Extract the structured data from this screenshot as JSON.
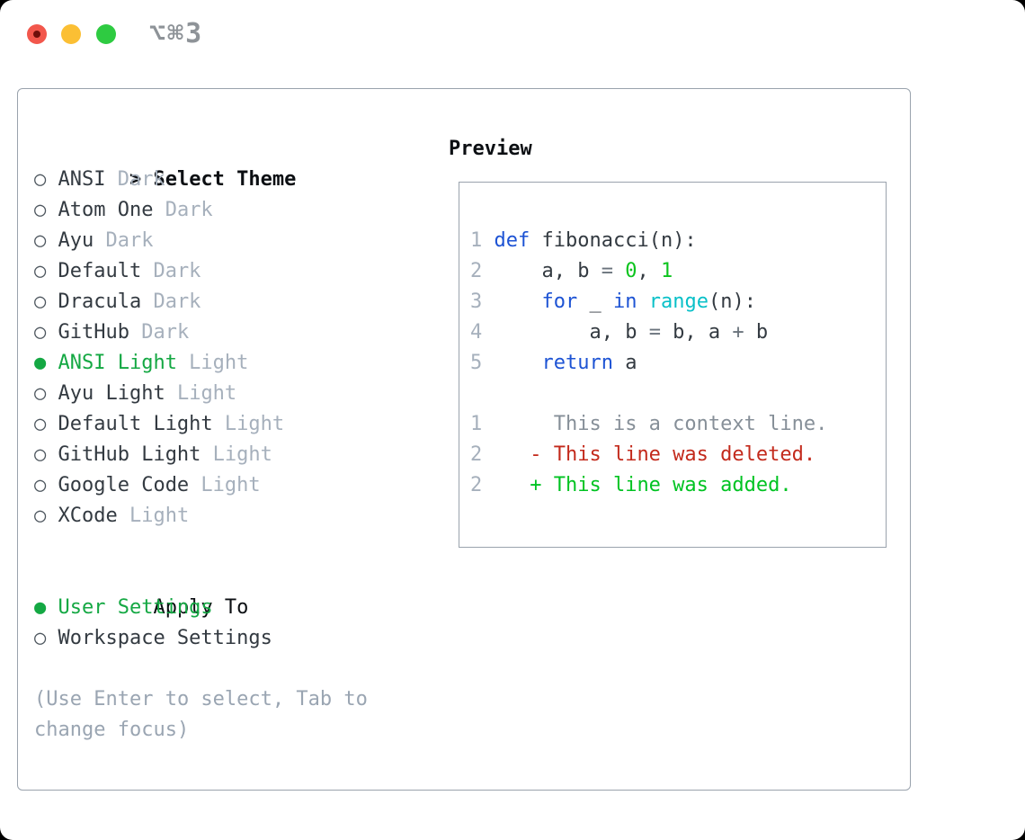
{
  "window": {
    "shortcut_label": "⌥⌘3"
  },
  "markers": {
    "selected": "●",
    "unselected": "○",
    "title_pointer": ">"
  },
  "panel": {
    "title": "Select Theme",
    "themes": [
      {
        "name": "ANSI",
        "variant": "Dark",
        "selected": false
      },
      {
        "name": "Atom One",
        "variant": "Dark",
        "selected": false
      },
      {
        "name": "Ayu",
        "variant": "Dark",
        "selected": false
      },
      {
        "name": "Default",
        "variant": "Dark",
        "selected": false
      },
      {
        "name": "Dracula",
        "variant": "Dark",
        "selected": false
      },
      {
        "name": "GitHub",
        "variant": "Dark",
        "selected": false
      },
      {
        "name": "ANSI Light",
        "variant": "Light",
        "selected": true
      },
      {
        "name": "Ayu Light",
        "variant": "Light",
        "selected": false
      },
      {
        "name": "Default Light",
        "variant": "Light",
        "selected": false
      },
      {
        "name": "GitHub Light",
        "variant": "Light",
        "selected": false
      },
      {
        "name": "Google Code",
        "variant": "Light",
        "selected": false
      },
      {
        "name": "XCode",
        "variant": "Light",
        "selected": false
      }
    ],
    "apply_to": {
      "label": "Apply To",
      "options": [
        {
          "name": "User Settings",
          "selected": true
        },
        {
          "name": "Workspace Settings",
          "selected": false
        }
      ]
    },
    "hint": "(Use Enter to select, Tab to change focus)"
  },
  "preview": {
    "title": "Preview",
    "lines": [
      {
        "num": "1",
        "tokens": [
          {
            "text": "def",
            "type": "kw"
          },
          {
            "text": " fibonacci(n):",
            "type": "plain"
          }
        ]
      },
      {
        "num": "2",
        "tokens": [
          {
            "text": "    a, b ",
            "type": "plain"
          },
          {
            "text": "=",
            "type": "op"
          },
          {
            "text": " ",
            "type": "plain"
          },
          {
            "text": "0",
            "type": "num"
          },
          {
            "text": ", ",
            "type": "plain"
          },
          {
            "text": "1",
            "type": "num"
          }
        ]
      },
      {
        "num": "3",
        "tokens": [
          {
            "text": "    ",
            "type": "plain"
          },
          {
            "text": "for",
            "type": "kw"
          },
          {
            "text": " _ ",
            "type": "plain"
          },
          {
            "text": "in",
            "type": "kw"
          },
          {
            "text": " ",
            "type": "plain"
          },
          {
            "text": "range",
            "type": "builtin"
          },
          {
            "text": "(n):",
            "type": "plain"
          }
        ]
      },
      {
        "num": "4",
        "tokens": [
          {
            "text": "        a, b ",
            "type": "plain"
          },
          {
            "text": "=",
            "type": "op"
          },
          {
            "text": " b, a ",
            "type": "plain"
          },
          {
            "text": "+",
            "type": "op"
          },
          {
            "text": " b",
            "type": "plain"
          }
        ]
      },
      {
        "num": "5",
        "tokens": [
          {
            "text": "    ",
            "type": "plain"
          },
          {
            "text": "return",
            "type": "kw"
          },
          {
            "text": " a",
            "type": "plain"
          }
        ]
      },
      {
        "num": "",
        "tokens": []
      },
      {
        "num": "1",
        "tokens": [
          {
            "text": "     This is a context line.",
            "type": "ctx"
          }
        ]
      },
      {
        "num": "2",
        "tokens": [
          {
            "text": "   - This line was deleted.",
            "type": "del"
          }
        ]
      },
      {
        "num": "2",
        "tokens": [
          {
            "text": "   + This line was added.",
            "type": "add"
          }
        ]
      }
    ]
  },
  "colors": {
    "accent_green": "#14a843",
    "diff_added_green": "#00c322",
    "diff_deleted_red": "#c32a1c",
    "keyword_blue": "#1d53d4",
    "builtin_cyan": "#09c0c8",
    "number_green": "#0cc41e",
    "operator_gray": "#6a737c",
    "context_gray": "#868f98",
    "text_primary": "#333a41",
    "text_heading": "#0c0f13",
    "muted": "#a6b0bc",
    "hint_gray": "#9aa5b2",
    "border_gray": "#9aa3ad",
    "circle_gray": "#4d565e",
    "traffic_red": "#f2574c",
    "traffic_red_dot": "#6e0f0a",
    "traffic_yellow": "#fbbf34",
    "traffic_green": "#2ecb41",
    "shortcut_gray": "#8e9398"
  }
}
